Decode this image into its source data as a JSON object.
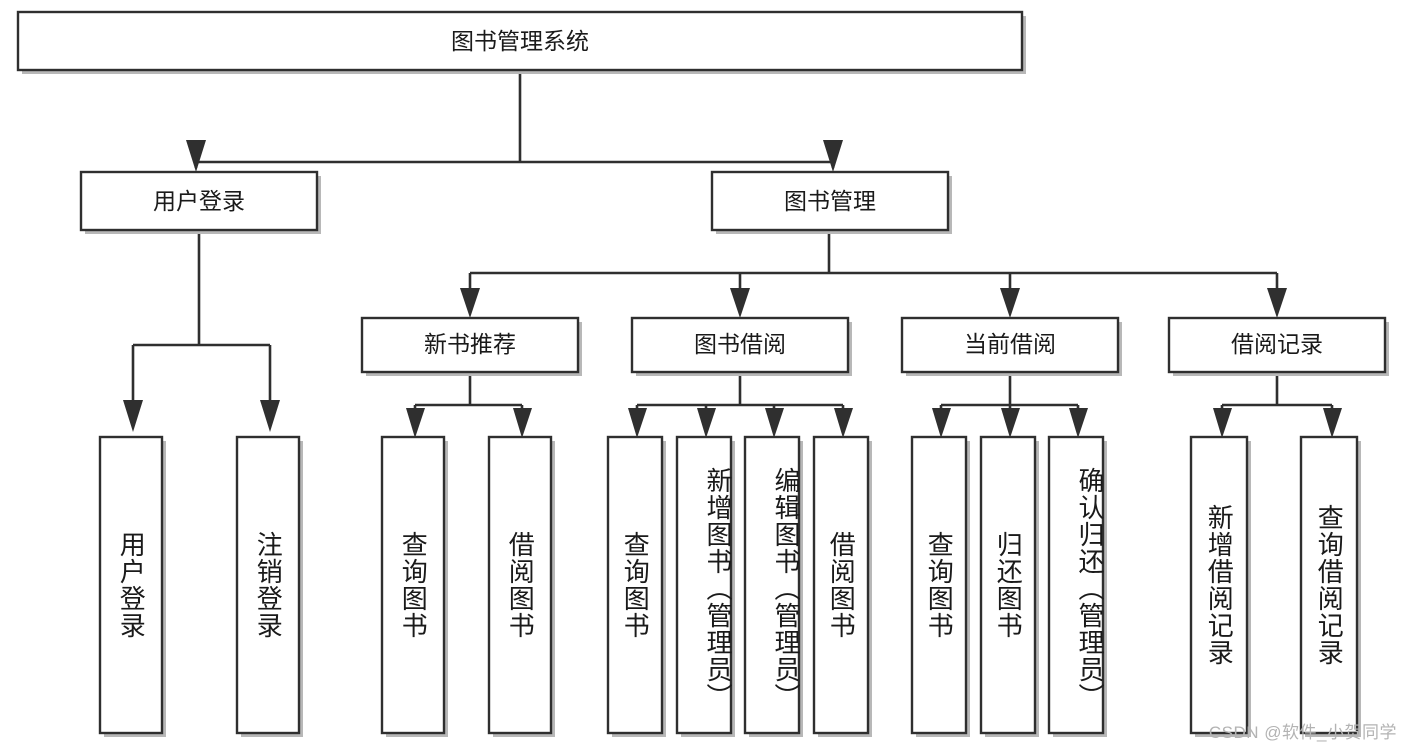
{
  "diagram": {
    "title": "图书管理系统",
    "type": "hierarchy-tree",
    "watermark": "CSDN @软件_小贺同学",
    "colors": {
      "background": "#ffffff",
      "box_border": "#2f2f2f",
      "box_fill": "#ffffff",
      "box_shadow": "#b8b8b8",
      "connector": "#2f2f2f",
      "text": "#1a1a1a",
      "watermark": "#b3b3b3"
    },
    "nodes": {
      "root": {
        "label": "图书管理系统",
        "orientation": "horizontal",
        "level": 0
      },
      "level1": [
        {
          "id": "user-login",
          "label": "用户登录",
          "orientation": "horizontal"
        },
        {
          "id": "book-management",
          "label": "图书管理",
          "orientation": "horizontal"
        }
      ],
      "level2": [
        {
          "id": "new-book-recommend",
          "label": "新书推荐",
          "orientation": "horizontal"
        },
        {
          "id": "book-borrow",
          "label": "图书借阅",
          "orientation": "horizontal"
        },
        {
          "id": "current-borrow",
          "label": "当前借阅",
          "orientation": "horizontal"
        },
        {
          "id": "borrow-record",
          "label": "借阅记录",
          "orientation": "horizontal"
        }
      ],
      "leaves": [
        {
          "id": "leaf-user-login",
          "label": "用户登录",
          "parent": "user-login",
          "orientation": "vertical"
        },
        {
          "id": "leaf-logout-login",
          "label": "注销登录",
          "parent": "user-login",
          "orientation": "vertical"
        },
        {
          "id": "leaf-query-book-1",
          "label": "查询图书",
          "parent": "new-book-recommend",
          "orientation": "vertical"
        },
        {
          "id": "leaf-borrow-book-1",
          "label": "借阅图书",
          "parent": "new-book-recommend",
          "orientation": "vertical"
        },
        {
          "id": "leaf-query-book-2",
          "label": "查询图书",
          "parent": "book-borrow",
          "orientation": "vertical"
        },
        {
          "id": "leaf-add-book",
          "label": "新增图书（管理员）",
          "parent": "book-borrow",
          "orientation": "vertical"
        },
        {
          "id": "leaf-edit-book",
          "label": "编辑图书（管理员）",
          "parent": "book-borrow",
          "orientation": "vertical"
        },
        {
          "id": "leaf-borrow-book-2",
          "label": "借阅图书",
          "parent": "book-borrow",
          "orientation": "vertical"
        },
        {
          "id": "leaf-query-book-3",
          "label": "查询图书",
          "parent": "current-borrow",
          "orientation": "vertical"
        },
        {
          "id": "leaf-return-book",
          "label": "归还图书",
          "parent": "current-borrow",
          "orientation": "vertical"
        },
        {
          "id": "leaf-confirm-return",
          "label": "确认归还（管理员）",
          "parent": "current-borrow",
          "orientation": "vertical"
        },
        {
          "id": "leaf-add-record",
          "label": "新增借阅记录",
          "parent": "borrow-record",
          "orientation": "vertical"
        },
        {
          "id": "leaf-query-record",
          "label": "查询借阅记录",
          "parent": "borrow-record",
          "orientation": "vertical"
        }
      ]
    }
  }
}
